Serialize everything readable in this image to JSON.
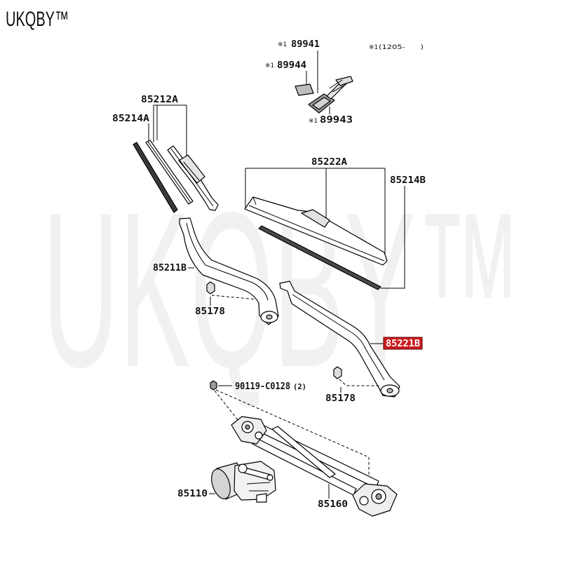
{
  "brand": "UKQBY™",
  "watermark": "UKQBY™",
  "note": {
    "marker": "※1",
    "text": "(1205-      )"
  },
  "parts": {
    "p89941": {
      "marker": "※1",
      "number": "89941"
    },
    "p89944": {
      "marker": "※1",
      "number": "89944"
    },
    "p89943": {
      "marker": "※1",
      "number": "89943"
    },
    "p85212A": {
      "number": "85212A"
    },
    "p85214A": {
      "number": "85214A"
    },
    "p85222A": {
      "number": "85222A"
    },
    "p85214B": {
      "number": "85214B"
    },
    "p85211B": {
      "number": "85211B"
    },
    "p85178_left": {
      "number": "85178"
    },
    "p85221B": {
      "number": "85221B",
      "highlighted": true
    },
    "p85178_right": {
      "number": "85178"
    },
    "p90119": {
      "number": "90119-C0128",
      "qty": "(2)"
    },
    "p85110": {
      "number": "85110"
    },
    "p85160": {
      "number": "85160"
    }
  },
  "colors": {
    "highlight_fill": "#cc1b1f",
    "highlight_text": "#ffffff",
    "watermark": "#f1f1f1",
    "line": "#000000"
  }
}
